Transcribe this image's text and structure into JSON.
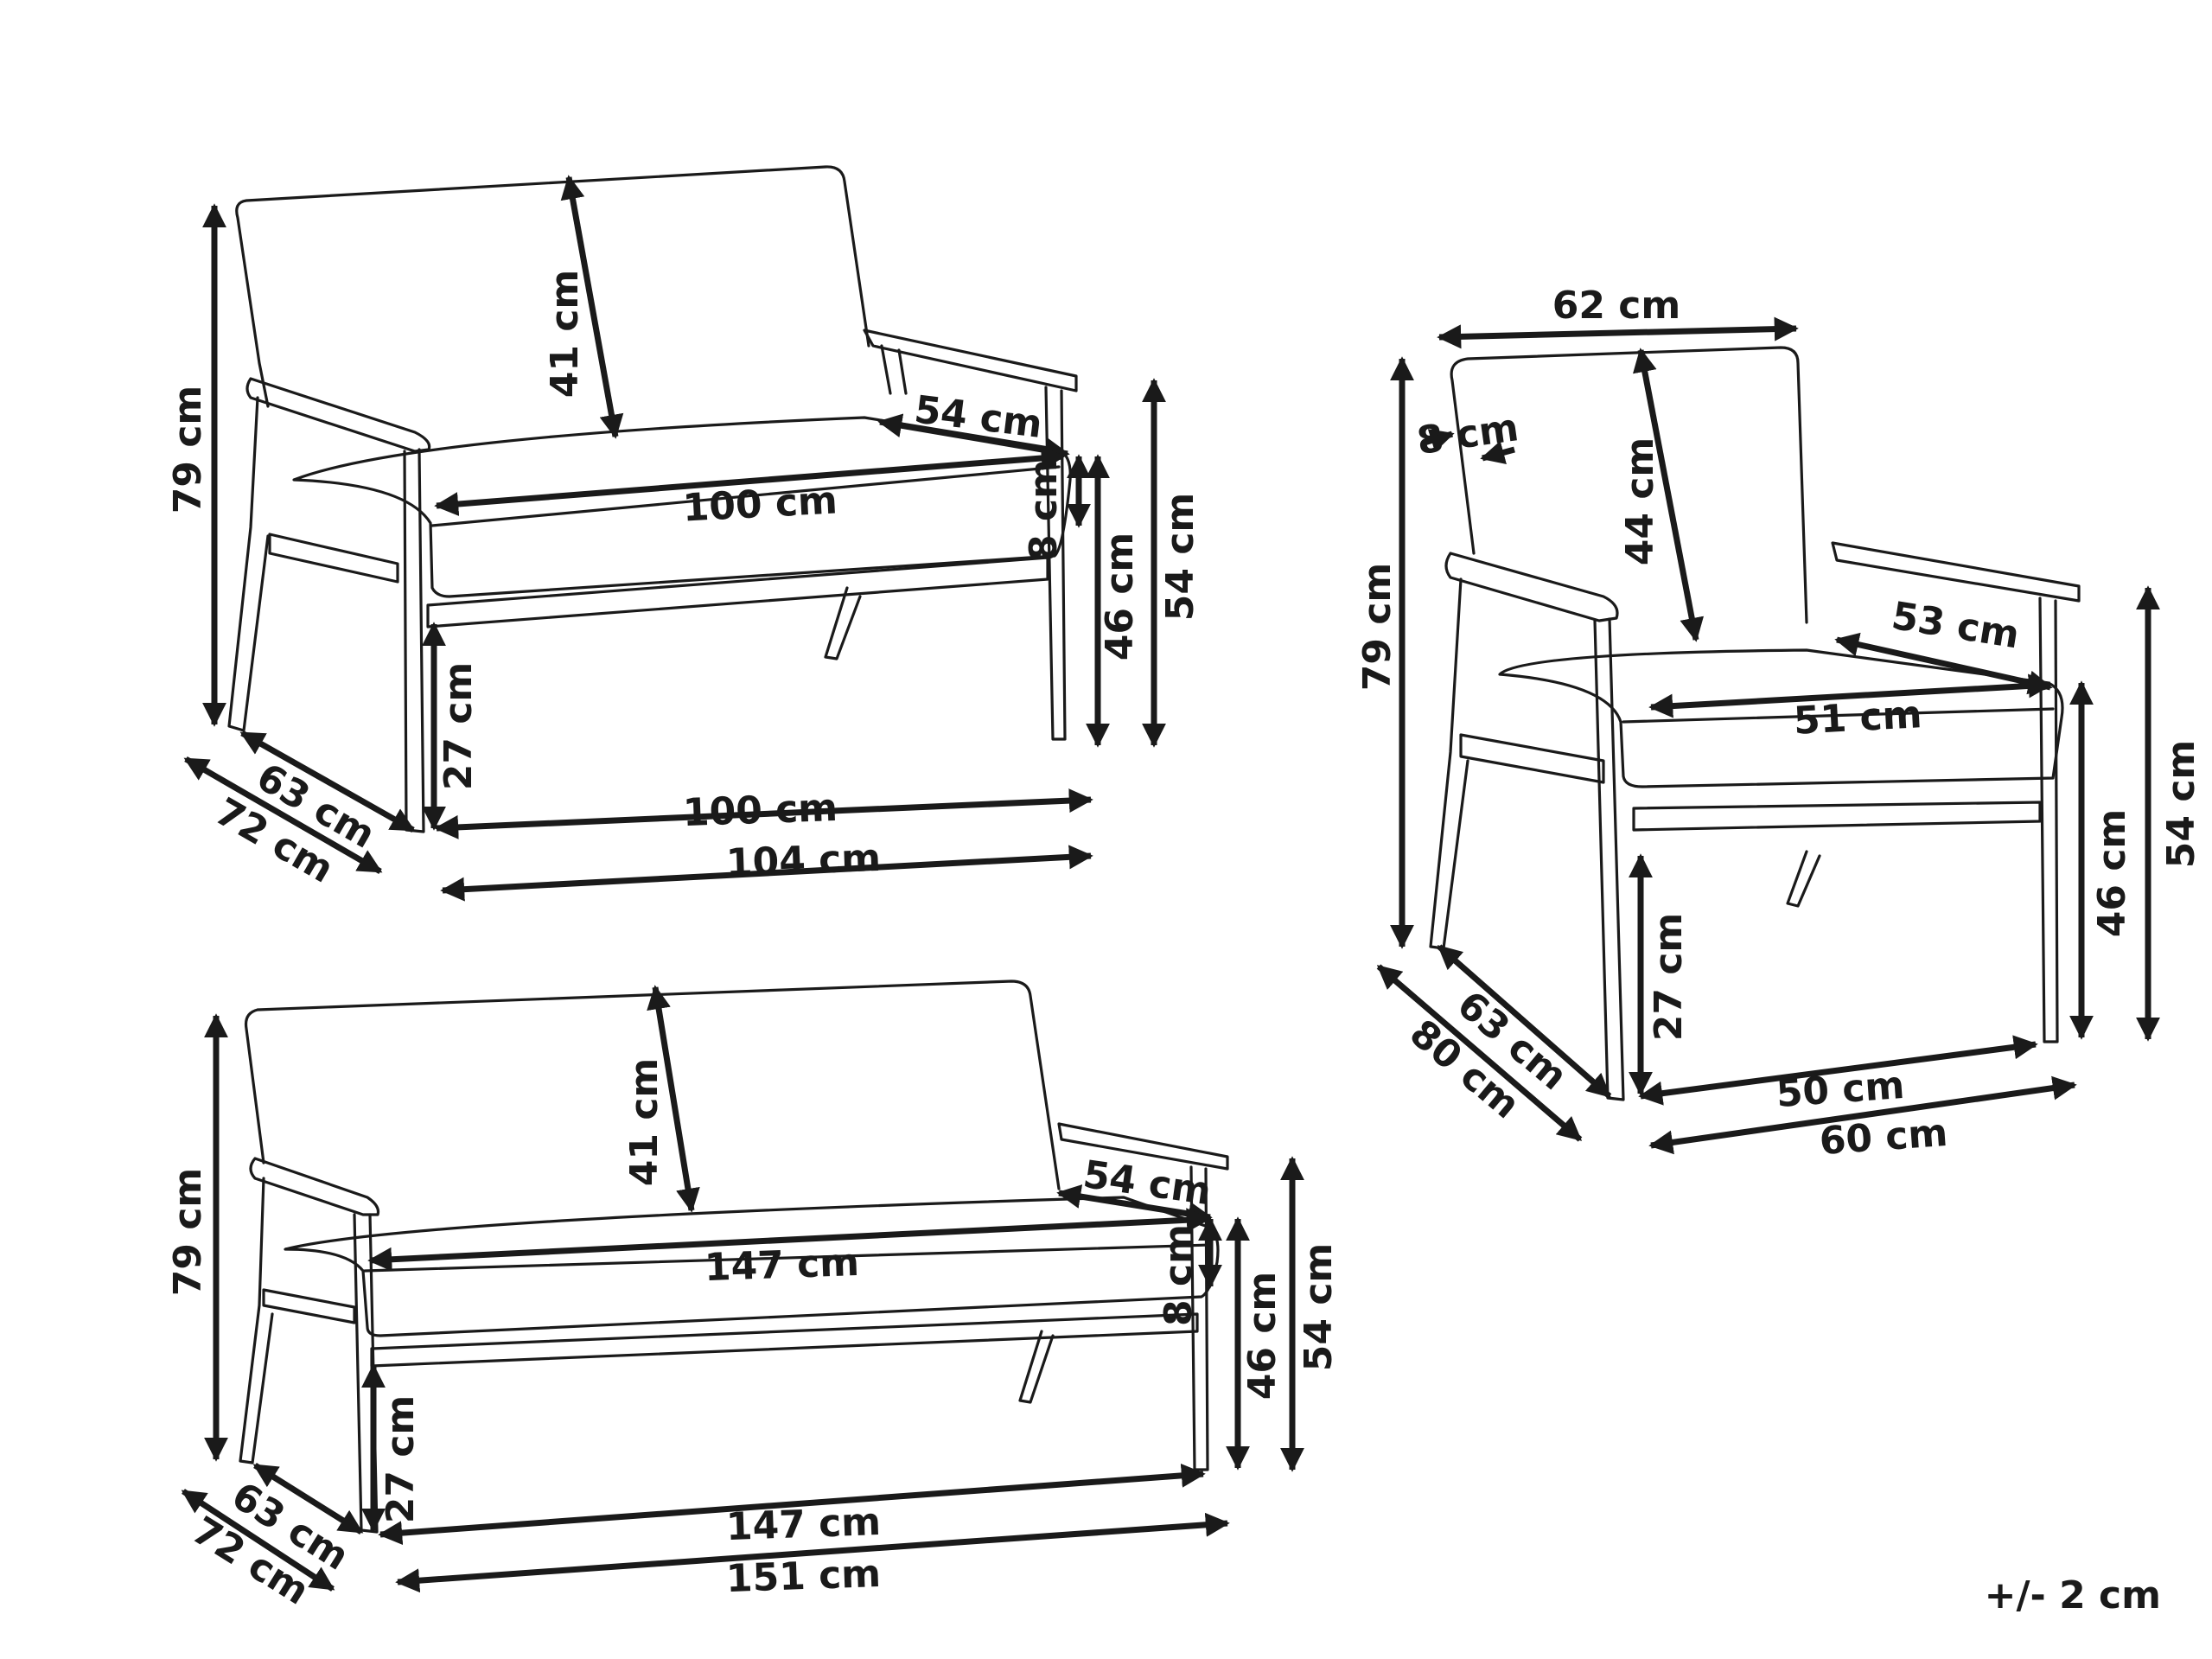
{
  "tolerance": "+/- 2 cm",
  "loveseat": {
    "height": "79 cm",
    "back_height": "41 cm",
    "seat_depth": "54 cm",
    "seat_width": "100 cm",
    "cushion_thickness": "8 cm",
    "seat_height": "46 cm",
    "arm_height": "54 cm",
    "leg_clearance": "27 cm",
    "inner_depth": "63 cm",
    "outer_depth": "72 cm",
    "inner_width": "100 cm",
    "outer_width": "104 cm"
  },
  "armchair": {
    "top_width": "62 cm",
    "height": "79 cm",
    "frame": "8 cm",
    "back_height": "44 cm",
    "seat_depth": "53 cm",
    "seat_width": "51 cm",
    "seat_height": "46 cm",
    "arm_height": "54 cm",
    "leg_clearance": "27 cm",
    "inner_depth": "63 cm",
    "outer_depth": "80 cm",
    "inner_width": "50 cm",
    "outer_width": "60 cm"
  },
  "sofa": {
    "height": "79 cm",
    "back_height": "41 cm",
    "seat_depth": "54 cm",
    "seat_width": "147 cm",
    "cushion_thickness": "8 cm",
    "seat_height": "46 cm",
    "arm_height": "54 cm",
    "leg_clearance": "27 cm",
    "inner_depth": "63 cm",
    "outer_depth": "72 cm",
    "inner_width": "147 cm",
    "outer_width": "151 cm"
  }
}
